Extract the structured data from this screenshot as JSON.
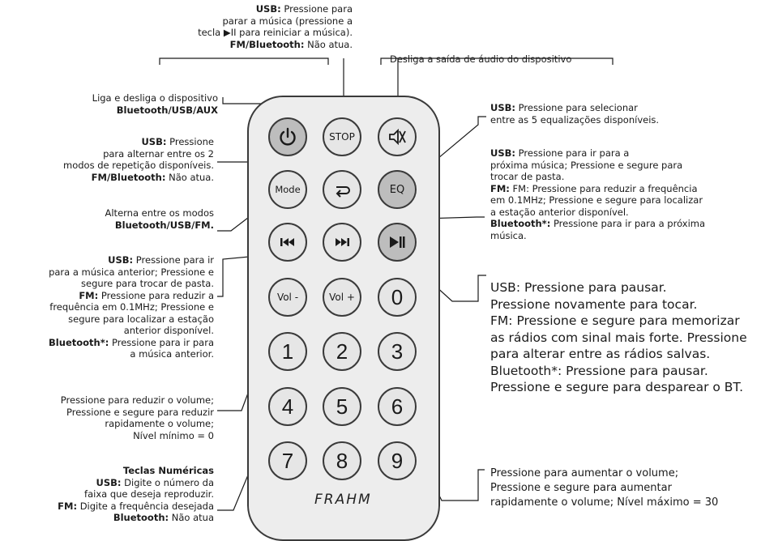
{
  "annotations": {
    "stop": {
      "lines": [
        {
          "b": "USB:",
          "t": " Pressione para"
        },
        {
          "b": "",
          "t": "parar a música (pressione a"
        },
        {
          "b": "",
          "t": "tecla ▶II para reiniciar a música)."
        },
        {
          "b": "FM/Bluetooth:",
          "t": " Não atua."
        }
      ]
    },
    "mute": {
      "lines": [
        {
          "b": "",
          "t": "Desliga a saída de áudio do dispositivo"
        }
      ]
    },
    "power": {
      "lines": [
        {
          "b": "",
          "t": "Liga e desliga o dispositivo"
        },
        {
          "b": "Bluetooth/USB/AUX",
          "t": ""
        }
      ]
    },
    "repeat": {
      "lines": [
        {
          "b": "USB:",
          "t": " Pressione"
        },
        {
          "b": "",
          "t": "para alternar entre os 2"
        },
        {
          "b": "",
          "t": "modos de repetição disponíveis."
        },
        {
          "b": "FM/Bluetooth:",
          "t": " Não atua."
        }
      ]
    },
    "mode": {
      "lines": [
        {
          "b": "",
          "t": "Alterna entre os modos"
        },
        {
          "b": "Bluetooth/USB/FM.",
          "t": ""
        }
      ]
    },
    "prev": {
      "lines": [
        {
          "b": "USB:",
          "t": " Pressione para ir"
        },
        {
          "b": "",
          "t": "para a música anterior; Pressione e"
        },
        {
          "b": "",
          "t": "segure para trocar de pasta."
        },
        {
          "b": "FM:",
          "t": " Pressione para reduzir a"
        },
        {
          "b": "",
          "t": "frequência em 0.1MHz; Pressione e"
        },
        {
          "b": "",
          "t": "segure para localizar a estação"
        },
        {
          "b": "",
          "t": "anterior disponível."
        },
        {
          "b": "Bluetooth*:",
          "t": " Pressione para ir para"
        },
        {
          "b": "",
          "t": "a música anterior."
        }
      ]
    },
    "vol_down": {
      "lines": [
        {
          "b": "",
          "t": "Pressione para reduzir o volume;"
        },
        {
          "b": "",
          "t": "Pressione e segure para reduzir"
        },
        {
          "b": "",
          "t": "rapidamente o volume;"
        },
        {
          "b": "",
          "t": "Nível mínimo = 0"
        }
      ]
    },
    "numeric": {
      "lines": [
        {
          "b": "Teclas Numéricas",
          "t": ""
        },
        {
          "b": "USB:",
          "t": " Digite o número da"
        },
        {
          "b": "",
          "t": "faixa que deseja reproduzir."
        },
        {
          "b": "FM:",
          "t": " Digite a frequência desejada"
        },
        {
          "b": "Bluetooth:",
          "t": " Não atua"
        }
      ]
    },
    "eq": {
      "lines": [
        {
          "b": "USB:",
          "t": " Pressione para selecionar"
        },
        {
          "b": "",
          "t": "entre as 5 equalizações disponíveis."
        }
      ]
    },
    "next": {
      "lines": [
        {
          "b": "USB:",
          "t": " Pressione para ir para a"
        },
        {
          "b": "",
          "t": "próxima música; Pressione e segure para"
        },
        {
          "b": "",
          "t": "trocar de pasta."
        },
        {
          "b": "FM:",
          "t": " FM: Pressione para reduzir a frequência"
        },
        {
          "b": "",
          "t": "em 0.1MHz; Pressione e segure para localizar"
        },
        {
          "b": "",
          "t": "a estação anterior disponível."
        },
        {
          "b": "Bluetooth*:",
          "t": " Pressione para ir para a próxima"
        },
        {
          "b": "",
          "t": "música."
        }
      ]
    },
    "play": {
      "lines": [
        {
          "b": "",
          "t": "USB: Pressione para pausar."
        },
        {
          "b": "",
          "t": "Pressione novamente para tocar."
        },
        {
          "b": "",
          "t": "FM: Pressione e segure para memorizar"
        },
        {
          "b": "",
          "t": "as rádios com sinal mais forte. Pressione"
        },
        {
          "b": "",
          "t": "para alterar entre as rádios salvas."
        },
        {
          "b": "",
          "t": "Bluetooth*: Pressione para pausar."
        },
        {
          "b": "",
          "t": "Pressione e segure para desparear o BT."
        }
      ]
    },
    "vol_up": {
      "lines": [
        {
          "b": "",
          "t": "Pressione para aumentar o volume;"
        },
        {
          "b": "",
          "t": "Pressione e segure para aumentar"
        },
        {
          "b": "",
          "t": "rapidamente o volume; Nível máximo = 30"
        }
      ]
    }
  },
  "remote": {
    "brand": "FRAHM",
    "buttons": {
      "power": "power-icon",
      "stop": "STOP",
      "mute": "mute-icon",
      "mode": "Mode",
      "repeat": "repeat-icon",
      "eq": "EQ",
      "prev": "prev-icon",
      "next": "next-icon",
      "play": "play-pause-icon",
      "vol_down": "Vol -",
      "vol_up": "Vol +",
      "n0": "0",
      "n1": "1",
      "n2": "2",
      "n3": "3",
      "n4": "4",
      "n5": "5",
      "n6": "6",
      "n7": "7",
      "n8": "8",
      "n9": "9"
    }
  }
}
